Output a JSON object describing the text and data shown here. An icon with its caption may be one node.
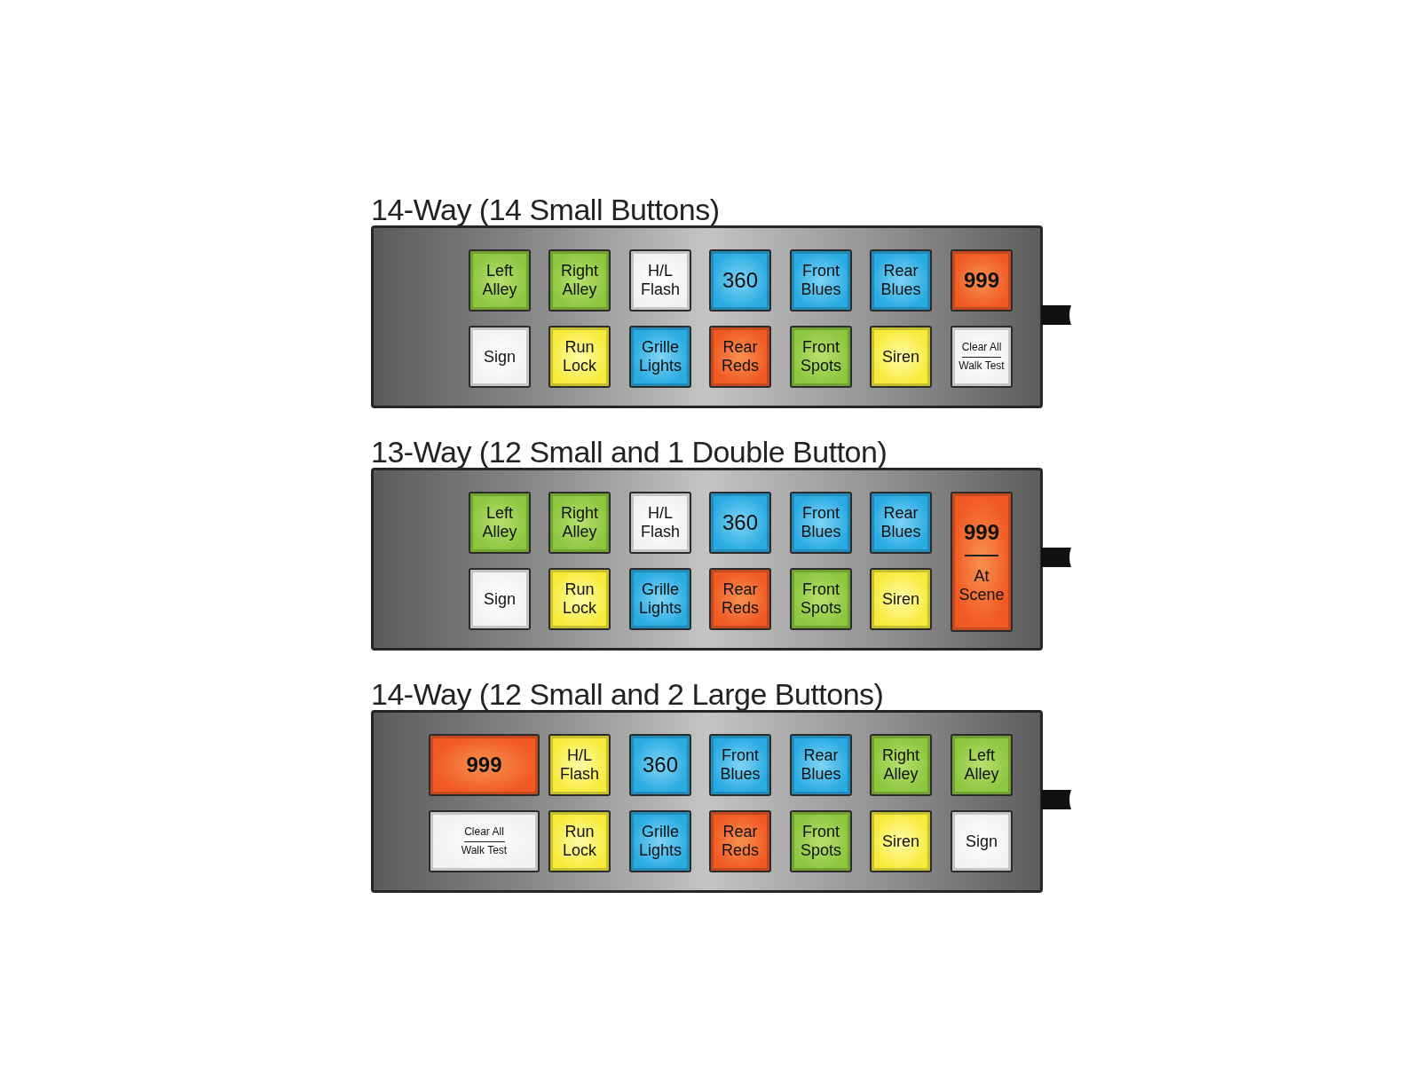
{
  "diagram": {
    "nodes": [
      {
        "text": [
          "14-Way (14 Small Buttons)"
        ]
      },
      {
        "text": [
          "Left Alley"
        ],
        "in": 0
      },
      {
        "text": [
          "Right Alley"
        ],
        "in": 0
      },
      {
        "text": [
          "H/L Flash"
        ],
        "in": 0
      },
      {
        "text": [
          "360"
        ],
        "in": 0
      },
      {
        "text": [
          "Front Blues"
        ],
        "in": 0
      },
      {
        "text": [
          "Rear Blues"
        ],
        "in": 0
      },
      {
        "text": [
          "999"
        ],
        "in": 0
      },
      {
        "text": [
          "Sign"
        ],
        "in": 0
      },
      {
        "text": [
          "Run Lock"
        ],
        "in": 0
      },
      {
        "text": [
          "Grille Lights"
        ],
        "in": 0
      },
      {
        "text": [
          "Rear Reds"
        ],
        "in": 0
      },
      {
        "text": [
          "Front Spots"
        ],
        "in": 0
      },
      {
        "text": [
          "Siren"
        ],
        "in": 0
      },
      {
        "text": [
          "Clear All",
          "Walk Test"
        ],
        "in": 0
      },
      {
        "text": [
          "13-Way (12 Small and 1 Double Button)"
        ]
      },
      {
        "text": [
          "Left Alley"
        ],
        "in": 15
      },
      {
        "text": [
          "Right Alley"
        ],
        "in": 15
      },
      {
        "text": [
          "H/L Flash"
        ],
        "in": 15
      },
      {
        "text": [
          "360"
        ],
        "in": 15
      },
      {
        "text": [
          "Front Blues"
        ],
        "in": 15
      },
      {
        "text": [
          "Rear Blues"
        ],
        "in": 15
      },
      {
        "text": [
          "999",
          "At Scene"
        ],
        "in": 15
      },
      {
        "text": [
          "Sign"
        ],
        "in": 15
      },
      {
        "text": [
          "Run Lock"
        ],
        "in": 15
      },
      {
        "text": [
          "Grille Lights"
        ],
        "in": 15
      },
      {
        "text": [
          "Rear Reds"
        ],
        "in": 15
      },
      {
        "text": [
          "Front Spots"
        ],
        "in": 15
      },
      {
        "text": [
          "Siren"
        ],
        "in": 15
      },
      {
        "text": [
          "14-Way (12 Small and 2 Large Buttons)"
        ]
      },
      {
        "text": [
          "999"
        ],
        "in": 29
      },
      {
        "text": [
          "H/L Flash"
        ],
        "in": 29
      },
      {
        "text": [
          "360"
        ],
        "in": 29
      },
      {
        "text": [
          "Front Blues"
        ],
        "in": 29
      },
      {
        "text": [
          "Rear Blues"
        ],
        "in": 29
      },
      {
        "text": [
          "Right Alley"
        ],
        "in": 29
      },
      {
        "text": [
          "Left Alley"
        ],
        "in": 29
      },
      {
        "text": [
          "Clear All",
          "Walk Test"
        ],
        "in": 29
      },
      {
        "text": [
          "Run Lock"
        ],
        "in": 29
      },
      {
        "text": [
          "Grille Lights"
        ],
        "in": 29
      },
      {
        "text": [
          "Rear Reds"
        ],
        "in": 29
      },
      {
        "text": [
          "Front Spots"
        ],
        "in": 29
      },
      {
        "text": [
          "Siren"
        ],
        "in": 29
      },
      {
        "text": [
          "Sign"
        ],
        "in": 29
      }
    ]
  }
}
